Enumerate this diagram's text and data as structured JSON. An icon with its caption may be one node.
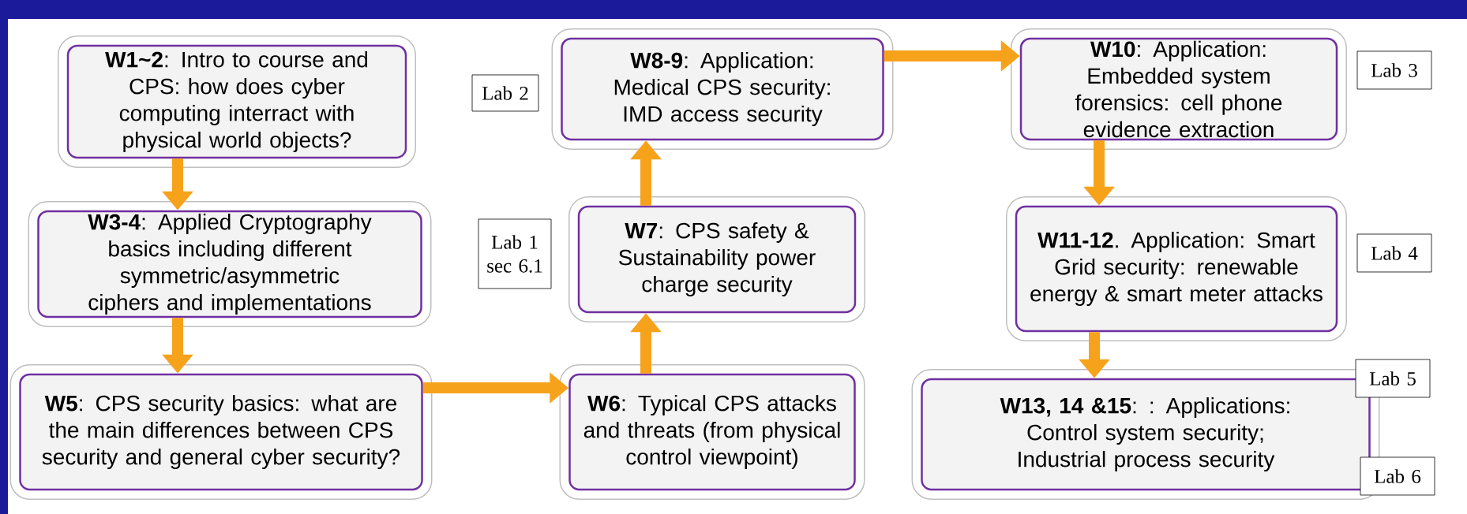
{
  "diagram": {
    "nodes": [
      {
        "text": [
          "**W1~2**: Intro to course and CPS: how does cyber computing interract with physical world objects?"
        ]
      },
      {
        "text": [
          "**W3-4**: Applied Cryptography basics including different symmetric/asymmetric ciphers and implementations"
        ]
      },
      {
        "text": [
          "**W5**: CPS security basics: what are the main differences between CPS security and general cyber security?"
        ]
      },
      {
        "text": [
          "**W6**: Typical CPS attacks and threats (from physical control viewpoint)"
        ]
      },
      {
        "text": [
          "**W7**: CPS safety & Sustainability power charge security"
        ]
      },
      {
        "text": [
          "**W8-9**: Application: Medical CPS security: IMD access security"
        ]
      },
      {
        "text": [
          "**W10**: Application: Embedded system forensics: cell phone evidence extraction"
        ]
      },
      {
        "text": [
          "**W11-12**. Application: Smart Grid security: renewable energy & smart meter attacks"
        ]
      },
      {
        "text": [
          "**W13, 14 &15**: : Applications: Control system security; Industrial process security"
        ]
      },
      {
        "text": [
          "Lab 2"
        ]
      },
      {
        "text": [
          "Lab 1 sec 6.1"
        ]
      },
      {
        "text": [
          "Lab 3"
        ]
      },
      {
        "text": [
          "Lab 4"
        ]
      },
      {
        "text": [
          "Lab 5"
        ]
      },
      {
        "text": [
          "Lab 6"
        ]
      }
    ],
    "edges": [
      {
        "from": 0,
        "to": 1,
        "arrow": "to"
      },
      {
        "from": 1,
        "to": 2,
        "arrow": "to"
      },
      {
        "from": 2,
        "to": 3,
        "arrow": "to"
      },
      {
        "from": 3,
        "to": 4,
        "arrow": "to"
      },
      {
        "from": 4,
        "to": 5,
        "arrow": "to"
      },
      {
        "from": 5,
        "to": 6,
        "arrow": "to"
      },
      {
        "from": 6,
        "to": 7,
        "arrow": "to"
      },
      {
        "from": 7,
        "to": 8,
        "arrow": "to"
      }
    ]
  }
}
